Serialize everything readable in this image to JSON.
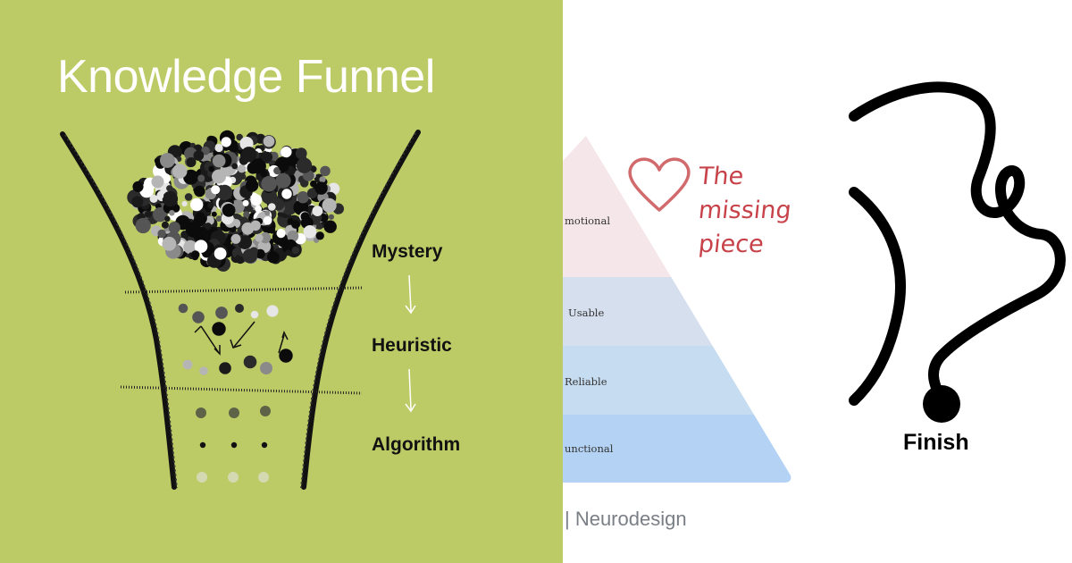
{
  "funnel": {
    "title": "Knowledge Funnel",
    "stages": [
      "Mystery",
      "Heuristic",
      "Algorithm"
    ],
    "background": "#bccb66"
  },
  "pyramid": {
    "layers": [
      {
        "label": "motional",
        "color": "#f5e6ea"
      },
      {
        "label": "Usable",
        "color": "#d6dfee"
      },
      {
        "label": "Reliable",
        "color": "#c6dcf0"
      },
      {
        "label": "unctional",
        "color": "#b4d3f4"
      }
    ],
    "annotation": [
      "The",
      "missing",
      "piece"
    ],
    "brand": "| Neurodesign",
    "heart_color": "#d16a6c"
  },
  "path": {
    "label": "Finish"
  }
}
